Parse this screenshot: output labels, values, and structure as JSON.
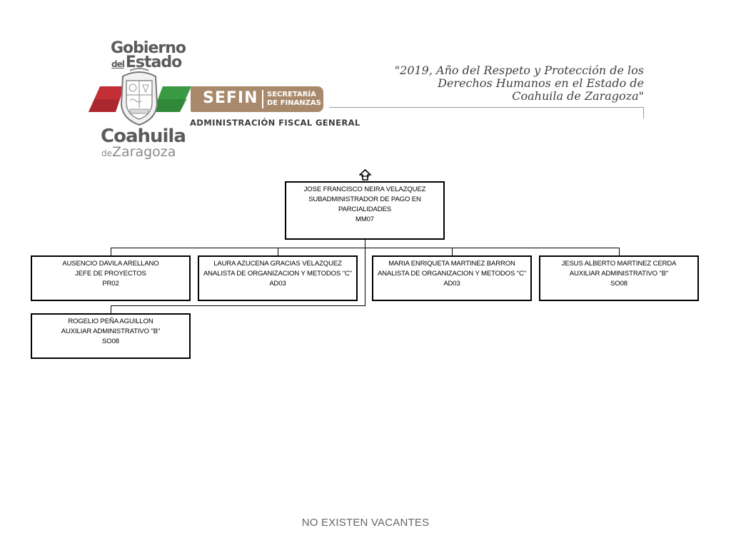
{
  "header": {
    "gobierno_line1": "Gobierno",
    "gobierno_del": "del",
    "gobierno_estado": "Estado",
    "coahuila": "Coahuila",
    "de": "de",
    "zaragoza": "Zaragoza",
    "sefin": "SEFIN",
    "sefin_sub1": "SECRETARÍA",
    "sefin_sub2": "DE FINANZAS",
    "admin_fiscal": "ADMINISTRACIÓN FISCAL GENERAL",
    "motto_line1": "\"2019, Año del Respeto y Protección de los",
    "motto_line2": "Derechos Humanos en el Estado de",
    "motto_line3": "Coahuila de Zaragoza\""
  },
  "colors": {
    "red": "#c22f35",
    "green": "#3a9a43",
    "sefin_brown": "#a8896b",
    "text_gray": "#5b5b5b"
  },
  "org_chart": {
    "head": {
      "name": "JOSE FRANCISCO NEIRA VELAZQUEZ",
      "title": "SUBADMINISTRADOR DE PAGO EN PARCIALIDADES",
      "code": "MM07",
      "marker_icon": "upward-arrow-icon"
    },
    "staff": [
      {
        "name": "AUSENCIO DAVILA ARELLANO",
        "title": "JEFE DE PROYECTOS",
        "code": "PR02"
      },
      {
        "name": "LAURA AZUCENA GRACIAS VELAZQUEZ",
        "title": "ANALISTA DE ORGANIZACION Y METODOS \"C\"",
        "code": "AD03"
      },
      {
        "name": "MARIA ENRIQUETA MARTINEZ BARRON",
        "title": "ANALISTA DE ORGANIZACION Y METODOS \"C\"",
        "code": "AD03"
      },
      {
        "name": "JESUS ALBERTO MARTINEZ CERDA",
        "title": "AUXILIAR ADMINISTRATIVO \"B\"",
        "code": "SO08"
      },
      {
        "name": "ROGELIO PEÑA AGUILLON",
        "title": "AUXILIAR ADMINISTRATIVO \"B\"",
        "code": "SO08"
      }
    ]
  },
  "footer": {
    "note": "NO EXISTEN VACANTES"
  }
}
